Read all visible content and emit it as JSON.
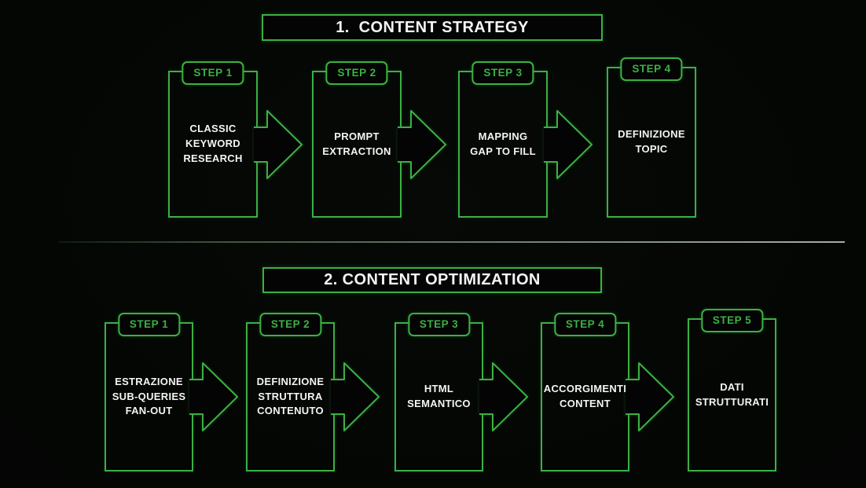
{
  "page": {
    "background": "#030403",
    "accent": "#3cb043",
    "text_color": "#f4f4f4",
    "divider_color": "#8fa191"
  },
  "sections": [
    {
      "title": "1.  CONTENT STRATEGY",
      "steps": [
        {
          "badge": "STEP 1",
          "label": "CLASSIC\nKEYWORD\nRESEARCH"
        },
        {
          "badge": "STEP 2",
          "label": "PROMPT\nEXTRACTION"
        },
        {
          "badge": "STEP 3",
          "label": "MAPPING\nGAP TO FILL"
        },
        {
          "badge": "STEP 4",
          "label": "DEFINIZIONE\nTOPIC"
        }
      ]
    },
    {
      "title": "2. CONTENT OPTIMIZATION",
      "steps": [
        {
          "badge": "STEP 1",
          "label": "ESTRAZIONE\nSUB-QUERIES\nFAN-OUT"
        },
        {
          "badge": "STEP 2",
          "label": "DEFINIZIONE\nSTRUTTURA\nCONTENUTO"
        },
        {
          "badge": "STEP 3",
          "label": "HTML\nSEMANTICO"
        },
        {
          "badge": "STEP 4",
          "label": "ACCORGIMENTI\nCONTENT"
        },
        {
          "badge": "STEP 5",
          "label": "DATI\nSTRUTTURATI"
        }
      ]
    }
  ]
}
